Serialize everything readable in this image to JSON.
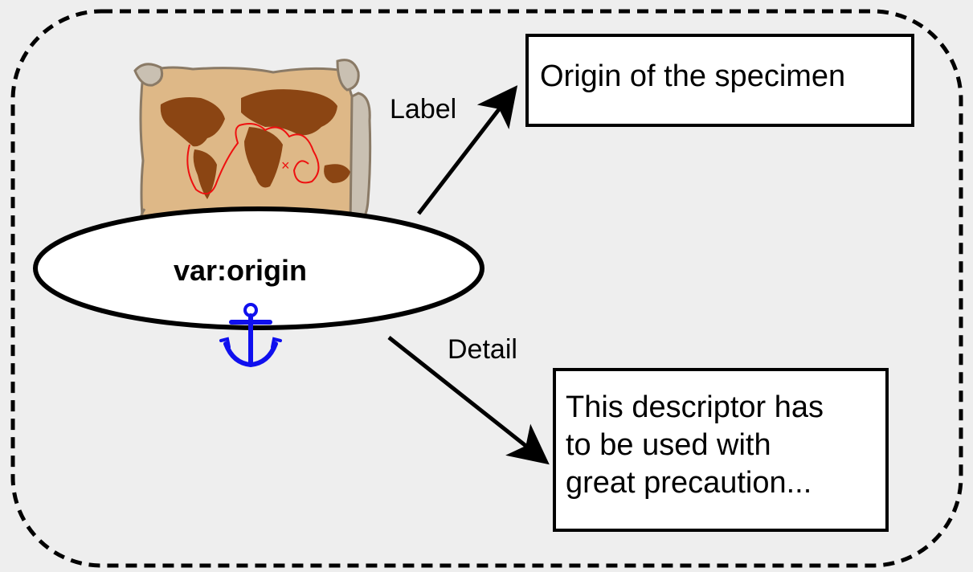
{
  "node": {
    "label": "var:origin"
  },
  "edges": {
    "label": {
      "text": "Label"
    },
    "detail": {
      "text": "Detail"
    }
  },
  "boxes": {
    "label_value": "Origin of the specimen",
    "detail_value": [
      "This descriptor has",
      "to be used with",
      "great precaution..."
    ]
  },
  "icons": {
    "map": "treasure-map-icon",
    "anchor": "anchor-icon"
  },
  "colors": {
    "background": "#eeeeee",
    "anchor": "#1010ee",
    "parchment": "#deb887",
    "continents": "#8b4513",
    "route": "#ee1010"
  }
}
